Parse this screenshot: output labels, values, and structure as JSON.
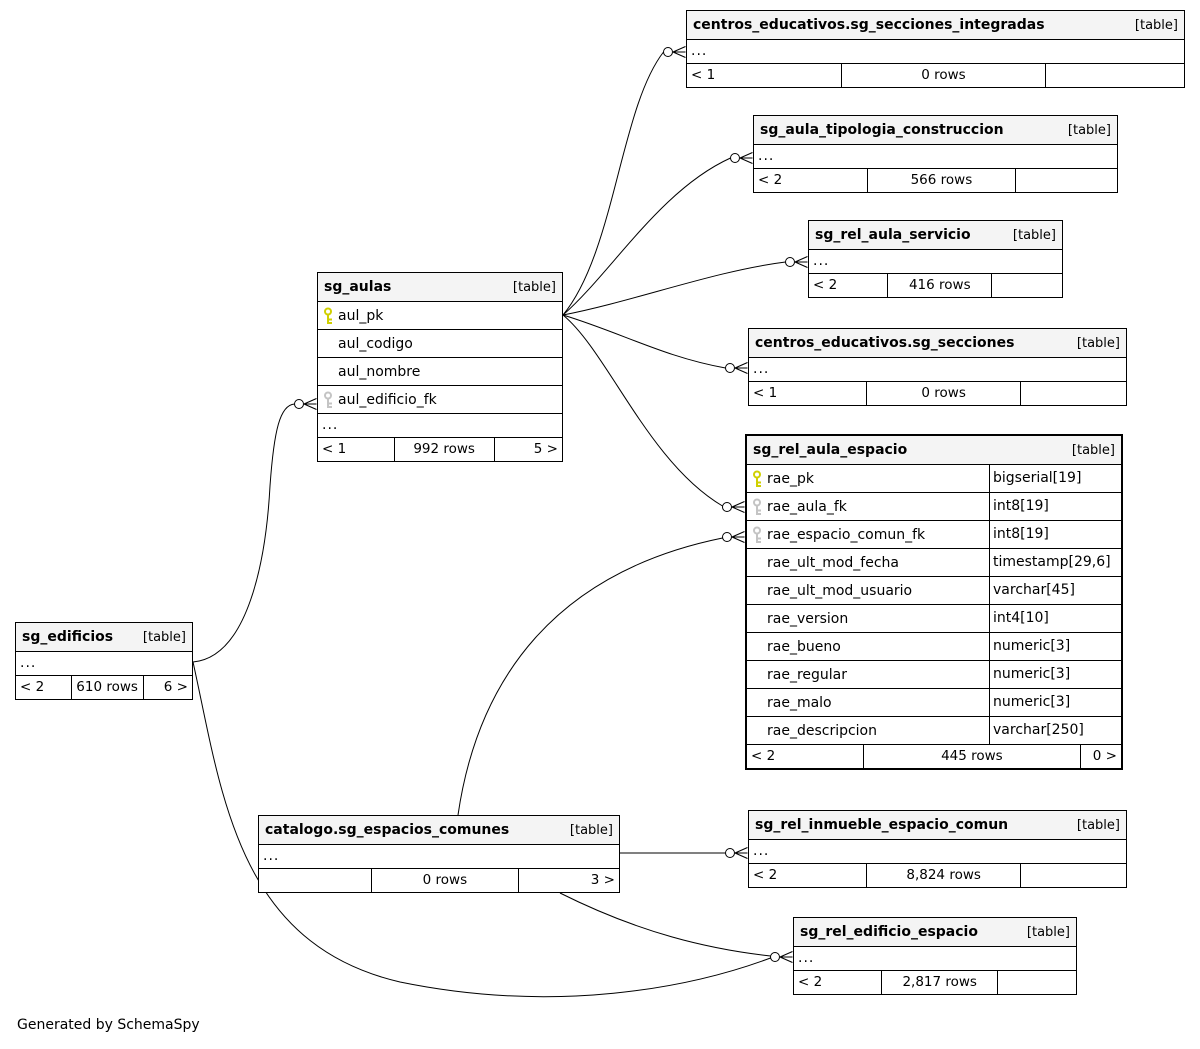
{
  "note": "Generated by SchemaSpy",
  "colors": {
    "pk_key": "#d0d000",
    "fk_key": "#c4c4c4",
    "header_bg": "#f4f4f4",
    "border": "#000000",
    "background": "#ffffff"
  },
  "tables": [
    {
      "title": "centros_educativos.sg_secciones_integradas",
      "tag": "[table]",
      "ellipsis": "...",
      "footer": {
        "left": "< 1",
        "center": "0 rows",
        "right": ""
      }
    },
    {
      "title": "sg_aula_tipologia_construccion",
      "tag": "[table]",
      "ellipsis": "...",
      "footer": {
        "left": "< 2",
        "center": "566 rows",
        "right": ""
      }
    },
    {
      "title": "sg_rel_aula_servicio",
      "tag": "[table]",
      "ellipsis": "...",
      "footer": {
        "left": "< 2",
        "center": "416 rows",
        "right": ""
      }
    },
    {
      "title": "centros_educativos.sg_secciones",
      "tag": "[table]",
      "ellipsis": "...",
      "footer": {
        "left": "< 1",
        "center": "0 rows",
        "right": ""
      }
    },
    {
      "title": "sg_rel_aula_espacio",
      "tag": "[table]",
      "columns": [
        {
          "icon": "primary-key",
          "name": "rae_pk",
          "type": "bigserial[19]"
        },
        {
          "icon": "foreign-key",
          "name": "rae_aula_fk",
          "type": "int8[19]"
        },
        {
          "icon": "foreign-key",
          "name": "rae_espacio_comun_fk",
          "type": "int8[19]"
        },
        {
          "icon": "",
          "name": "rae_ult_mod_fecha",
          "type": "timestamp[29,6]"
        },
        {
          "icon": "",
          "name": "rae_ult_mod_usuario",
          "type": "varchar[45]"
        },
        {
          "icon": "",
          "name": "rae_version",
          "type": "int4[10]"
        },
        {
          "icon": "",
          "name": "rae_bueno",
          "type": "numeric[3]"
        },
        {
          "icon": "",
          "name": "rae_regular",
          "type": "numeric[3]"
        },
        {
          "icon": "",
          "name": "rae_malo",
          "type": "numeric[3]"
        },
        {
          "icon": "",
          "name": "rae_descripcion",
          "type": "varchar[250]"
        }
      ],
      "footer": {
        "left": "< 2",
        "center": "445 rows",
        "right": "0 >"
      }
    },
    {
      "title": "sg_aulas",
      "tag": "[table]",
      "columns": [
        {
          "icon": "primary-key",
          "name": "aul_pk"
        },
        {
          "icon": "",
          "name": "aul_codigo"
        },
        {
          "icon": "",
          "name": "aul_nombre"
        },
        {
          "icon": "foreign-key",
          "name": "aul_edificio_fk"
        }
      ],
      "ellipsis": "...",
      "footer": {
        "left": "< 1",
        "center": "992 rows",
        "right": "5 >"
      }
    },
    {
      "title": "sg_edificios",
      "tag": "[table]",
      "ellipsis": "...",
      "footer": {
        "left": "< 2",
        "center": "610 rows",
        "right": "6 >"
      }
    },
    {
      "title": "catalogo.sg_espacios_comunes",
      "tag": "[table]",
      "ellipsis": "...",
      "footer": {
        "left": "",
        "center": "0 rows",
        "right": "3 >"
      }
    },
    {
      "title": "sg_rel_inmueble_espacio_comun",
      "tag": "[table]",
      "ellipsis": "...",
      "footer": {
        "left": "< 2",
        "center": "8,824 rows",
        "right": ""
      }
    },
    {
      "title": "sg_rel_edificio_espacio",
      "tag": "[table]",
      "ellipsis": "...",
      "footer": {
        "left": "< 2",
        "center": "2,817 rows",
        "right": ""
      }
    }
  ]
}
